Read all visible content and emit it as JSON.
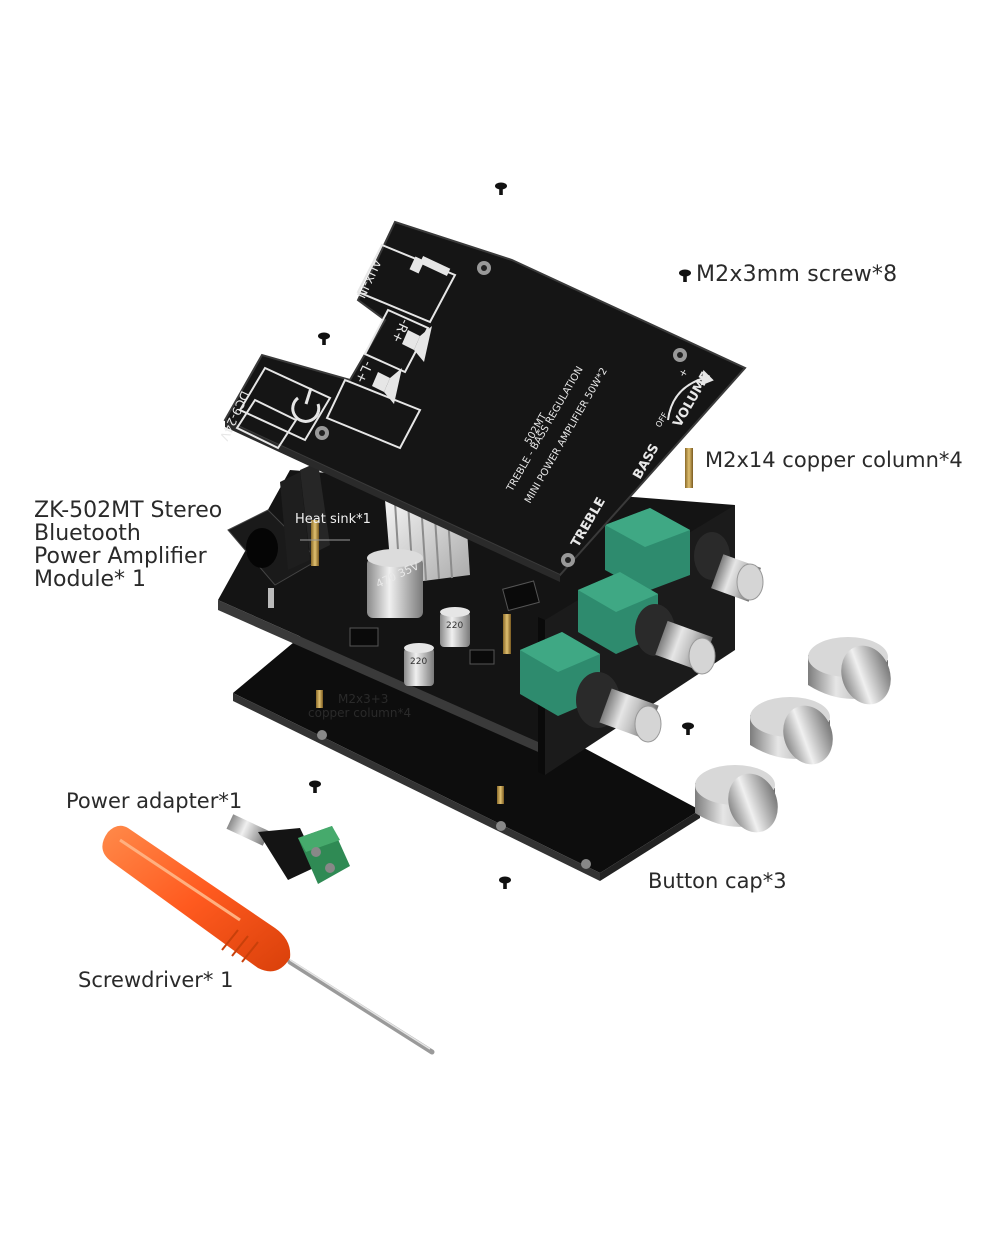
{
  "callouts": {
    "screw": "M2x3mm screw*8",
    "copper_column_14": "M2x14 copper column*4",
    "module_line1": "ZK-502MT Stereo",
    "module_line2": "Bluetooth",
    "module_line3": "Power Amplifier",
    "module_line4": "Module* 1",
    "heat_sink": "Heat sink*1",
    "copper_column_3_line1": "M2x3+3",
    "copper_column_3_line2": "copper column*4",
    "power_adapter": "Power adapter*1",
    "button_cap": "Button cap*3",
    "screwdriver": "Screwdriver* 1"
  },
  "top_panel": {
    "aux_in": "AUX-IN",
    "dc_input": "DC9-24V",
    "right_channel": "-R+",
    "left_channel": "-L+",
    "model": "502MT",
    "line1": "TREBLE - BASS REGULATION",
    "line2": "MINI POWER AMPLIFIER 50W*2",
    "volume": "VOLUME",
    "off": "OFF",
    "plus": "+",
    "bass": "BASS",
    "treble": "TREBLE"
  },
  "capacitors": {
    "big": "470 35V",
    "small1": "220",
    "small2": "220"
  },
  "colors": {
    "pcb": "#1a1a1a",
    "pcb_edge": "#0a0a0a",
    "potentiometer": "#2e8b6e",
    "screwdriver_handle": "#ff5a1f",
    "terminal_block": "#2f8a54",
    "knob_metal": "#b8b8b8"
  }
}
